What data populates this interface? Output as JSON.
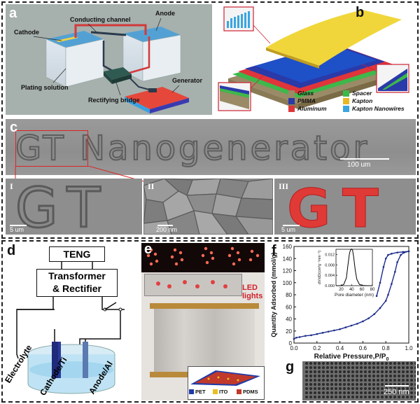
{
  "panels": {
    "a": {
      "label": "a",
      "cathode": "Cathode",
      "conducting_channel": "Conducting channel",
      "anode": "Anode",
      "plating_solution": "Plating solution",
      "generator": "Generator",
      "rectifying_bridge": "Rectifying bridge"
    },
    "b": {
      "label": "b",
      "legend": [
        {
          "name": "Glass",
          "color": "#9a8a66"
        },
        {
          "name": "Spacer",
          "color": "#3db84a"
        },
        {
          "name": "PMMA",
          "color": "#2a3aa8"
        },
        {
          "name": "Kapton",
          "color": "#e8b824"
        },
        {
          "name": "Aluminum",
          "color": "#e0353a"
        },
        {
          "name": "Kapton Nanowires",
          "color": "#3aa6e0"
        }
      ]
    },
    "c": {
      "label": "c",
      "main_text": "GT Nanogenerator",
      "scale": "100 um",
      "sub1": {
        "label": "I",
        "scale": "5 um",
        "letters": "GT"
      },
      "sub2": {
        "label": "II",
        "scale": "200 nm"
      },
      "sub3": {
        "label": "III",
        "scale": "5 um",
        "letters": "GT"
      }
    },
    "d": {
      "label": "d",
      "teng": "TENG",
      "transformer_line1": "Transformer",
      "transformer_line2": "& Rectifier",
      "electrolyte": "Electrolyte",
      "cathode": "Cathode/Ti",
      "anode": "Anode/Al"
    },
    "e": {
      "label": "e",
      "led_line1": "LED",
      "led_line2": "lights",
      "legend": [
        {
          "name": "PET",
          "color": "#1f3aa8"
        },
        {
          "name": "ITO",
          "color": "#e8c020"
        },
        {
          "name": "PDMS",
          "color": "#c0392b"
        }
      ]
    },
    "f": {
      "label": "f"
    },
    "g": {
      "label": "g",
      "scale": "250 nm"
    }
  },
  "chart_data": [
    {
      "type": "line",
      "xlabel": "Relative Pressure,P/P",
      "xlabel_sub": "0",
      "ylabel": "Quantity Adsorbed (mmol/g)",
      "xlim": [
        0.0,
        1.0
      ],
      "ylim": [
        0,
        160
      ],
      "xticks": [
        "0.0",
        "0.2",
        "0.4",
        "0.6",
        "0.8",
        "1.0"
      ],
      "yticks": [
        "0",
        "20",
        "40",
        "60",
        "80",
        "100",
        "120",
        "140",
        "160"
      ],
      "series": [
        {
          "name": "adsorption",
          "x": [
            0.0,
            0.02,
            0.05,
            0.1,
            0.15,
            0.2,
            0.25,
            0.3,
            0.35,
            0.4,
            0.45,
            0.5,
            0.55,
            0.6,
            0.65,
            0.7,
            0.75,
            0.8,
            0.82,
            0.85,
            0.88,
            0.9,
            0.93,
            0.96,
            1.0
          ],
          "y": [
            7,
            9,
            10,
            12,
            13,
            15,
            17,
            19,
            21,
            23,
            26,
            29,
            32,
            36,
            41,
            48,
            58,
            70,
            80,
            98,
            118,
            134,
            146,
            150,
            152
          ]
        },
        {
          "name": "desorption",
          "x": [
            1.0,
            0.95,
            0.9,
            0.85,
            0.82,
            0.8,
            0.78,
            0.75,
            0.72
          ],
          "y": [
            152,
            151,
            150,
            148,
            146,
            140,
            126,
            100,
            78
          ]
        }
      ],
      "color": "#1a2a8a"
    },
    {
      "type": "line",
      "xlabel": "Pore diameter (nm)",
      "ylabel": "dV/dD(cm³g⁻¹nm⁻¹)",
      "xlim": [
        10,
        80
      ],
      "ylim": [
        0,
        0.014
      ],
      "xticks": [
        "20",
        "40",
        "60",
        "80"
      ],
      "yticks": [
        "0.000",
        "0.004",
        "0.008",
        "0.012"
      ],
      "series": [
        {
          "name": "pore",
          "x": [
            10,
            20,
            25,
            30,
            33,
            36,
            38,
            40,
            42,
            44,
            47,
            50,
            55,
            60,
            70,
            80
          ],
          "y": [
            0.0,
            0.0,
            0.0005,
            0.003,
            0.008,
            0.0125,
            0.0138,
            0.0141,
            0.0135,
            0.011,
            0.006,
            0.0025,
            0.0005,
            0.0001,
            0.0,
            0.0
          ]
        }
      ],
      "color": "#000000"
    }
  ]
}
